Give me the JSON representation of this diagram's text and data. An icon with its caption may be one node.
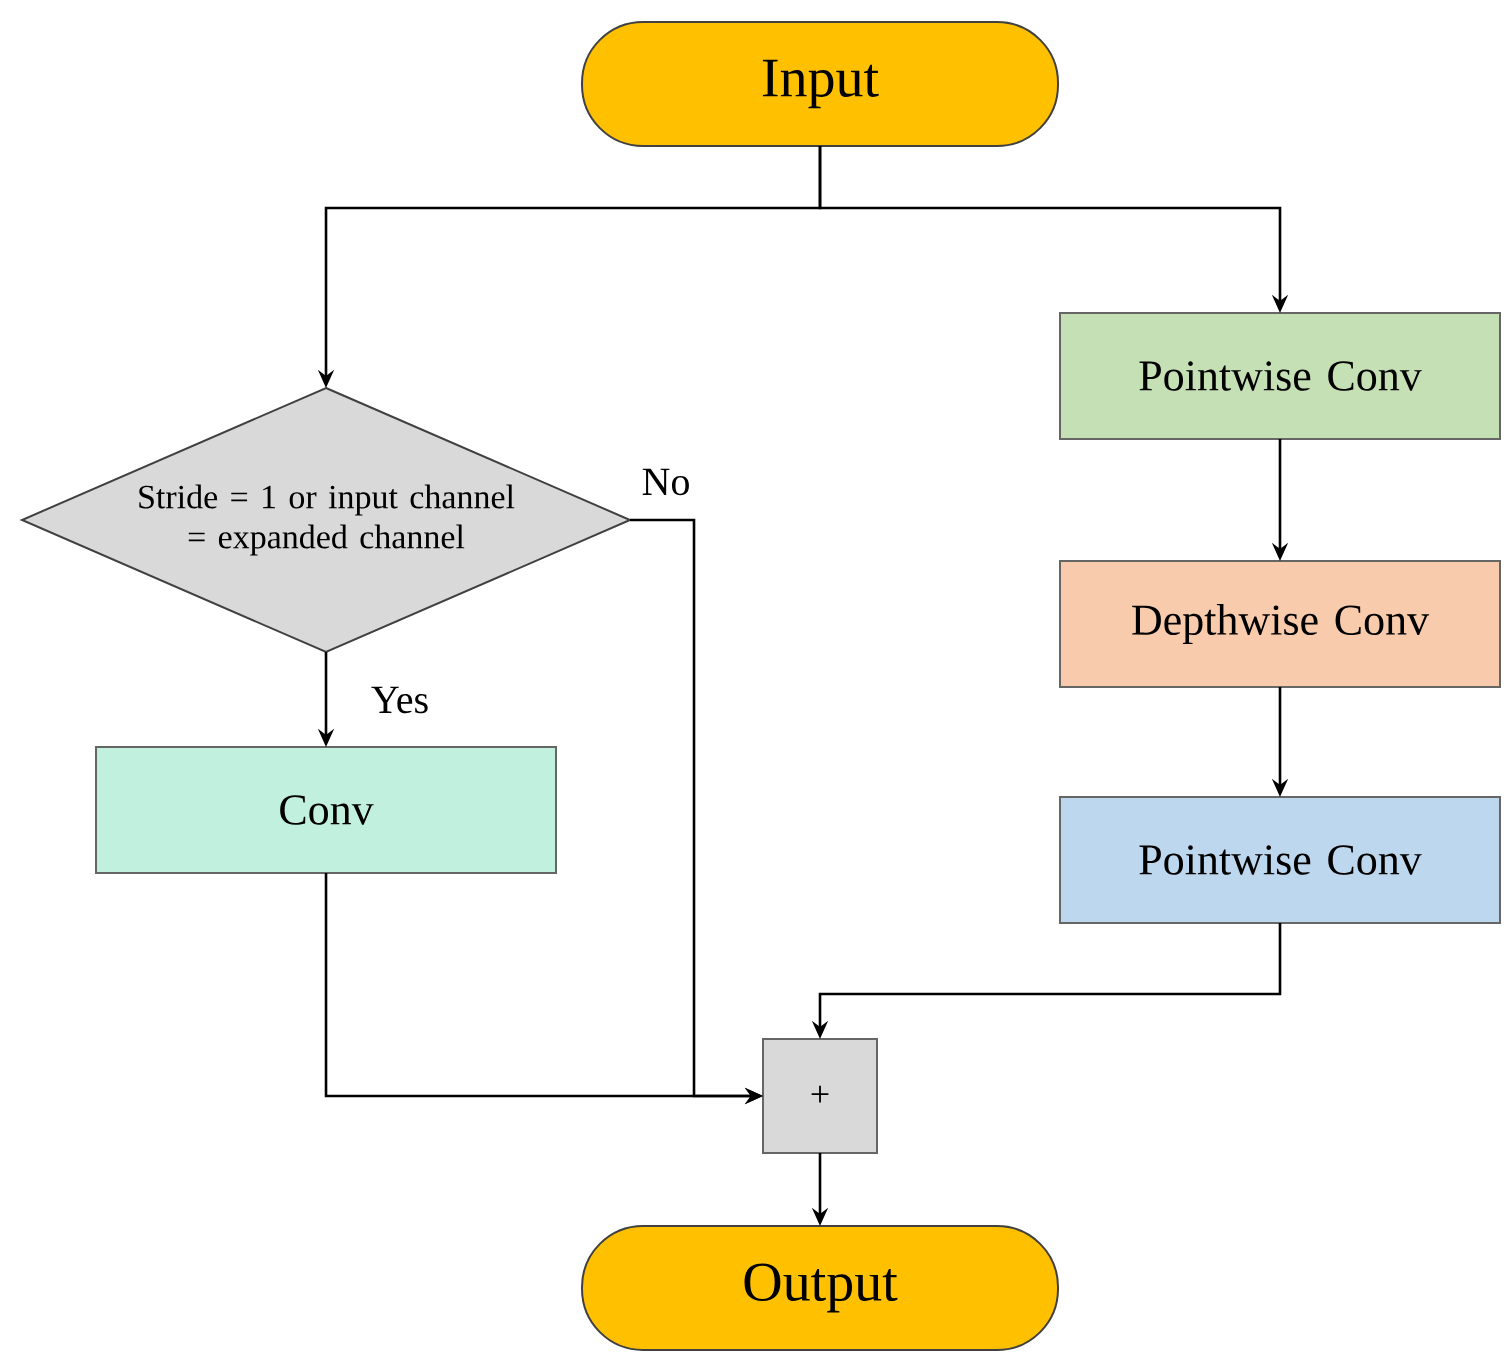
{
  "diagram": {
    "nodes": [
      {
        "text": [
          "Input"
        ]
      },
      {
        "text": [
          "Stride = 1 or input channel = expanded channel"
        ]
      },
      {
        "text": [
          "Conv"
        ]
      },
      {
        "text": [
          "Pointwise Conv"
        ]
      },
      {
        "text": [
          "Depthwise Conv"
        ]
      },
      {
        "text": [
          "Pointwise Conv"
        ]
      },
      {
        "text": [
          "+"
        ]
      },
      {
        "text": [
          "Output"
        ]
      }
    ],
    "edges": [
      {
        "from": 0,
        "to": 1,
        "arrow": "to"
      },
      {
        "from": 0,
        "to": 3,
        "arrow": "to"
      },
      {
        "from": 1,
        "to": 2,
        "arrow": "to",
        "label": "Yes"
      },
      {
        "from": 1,
        "to": 6,
        "arrow": "to",
        "label": "No"
      },
      {
        "from": 2,
        "to": 6,
        "arrow": "to"
      },
      {
        "from": 3,
        "to": 4,
        "arrow": "to"
      },
      {
        "from": 4,
        "to": 5,
        "arrow": "to"
      },
      {
        "from": 5,
        "to": 6,
        "arrow": "to"
      },
      {
        "from": 6,
        "to": 7,
        "arrow": "to"
      }
    ]
  }
}
